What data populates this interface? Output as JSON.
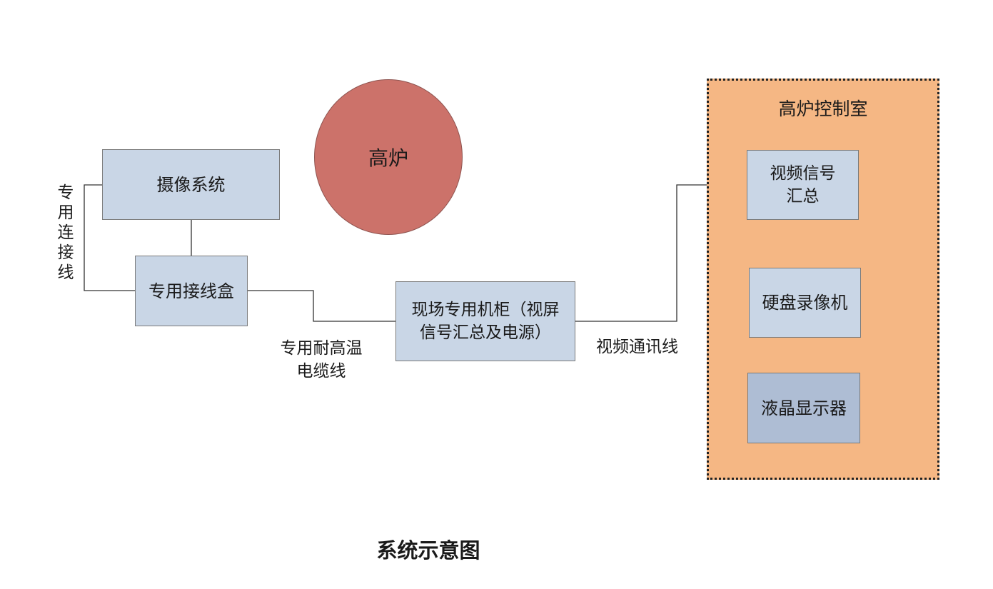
{
  "diagram": {
    "furnace": "高炉",
    "camera_system": "摄像系统",
    "junction_box": "专用接线盒",
    "field_cabinet": "现场专用机柜（视屏\n信号汇总及电源）",
    "control_room": {
      "title": "高炉控制室",
      "video_signal_summary": "视频信号\n汇总",
      "hard_disk_recorder": "硬盘录像机",
      "lcd_display": "液晶显示器"
    },
    "labels": {
      "dedicated_connection_line": "专用连接线",
      "high_temp_cable": "专用耐高温\n电缆线",
      "video_comm_line": "视频通讯线"
    },
    "caption": "系统示意图"
  },
  "colors": {
    "box_fill": "#c9d6e6",
    "display_fill": "#aebdd4",
    "furnace_fill": "#cc726a",
    "control_room_fill": "#f5b784"
  }
}
